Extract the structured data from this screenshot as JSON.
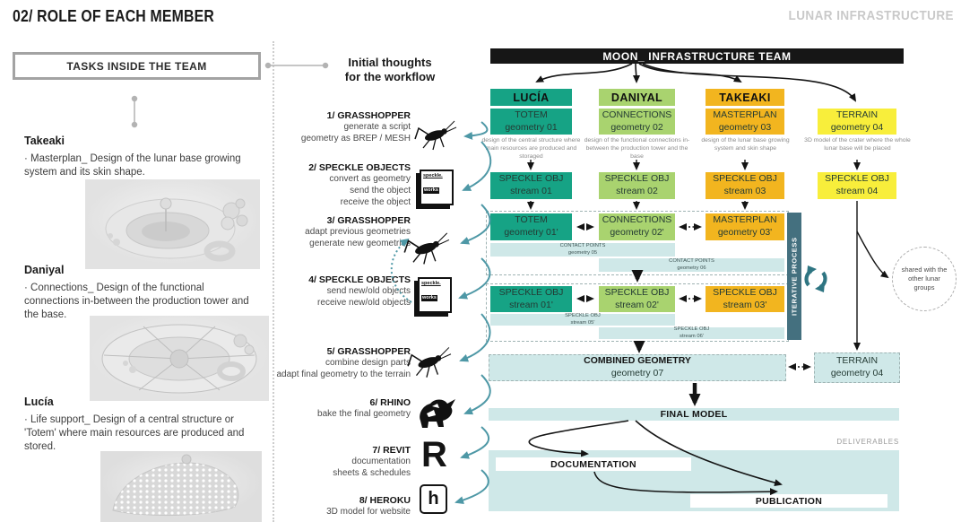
{
  "page": {
    "title": "02/ ROLE OF EACH MEMBER",
    "watermark": "LUNAR INFRASTRUCTURE"
  },
  "left": {
    "box_label": "TASKS INSIDE THE TEAM",
    "members": [
      {
        "name": "Takeaki",
        "desc": "· Masterplan_ Design of the lunar base growing system and its skin shape."
      },
      {
        "name": "Daniyal",
        "desc": "· Connections_ Design of the functional connections in-between the production tower and the base."
      },
      {
        "name": "Lucía",
        "desc": "· Life support_ Design of a central structure or 'Totem' where main resources are produced and stored."
      }
    ]
  },
  "workflow": {
    "title_line1": "Initial thoughts",
    "title_line2": "for the workflow",
    "speckle_brand_top": "speckle.",
    "speckle_brand_bottom": "works",
    "revit_glyph": "R",
    "heroku_glyph": "h",
    "steps": [
      {
        "label": "1/ GRASSHOPPER",
        "lines": [
          "generate a script",
          "geometry as BREP / MESH"
        ],
        "icon": "grasshopper"
      },
      {
        "label": "2/ SPECKLE OBJECTS",
        "lines": [
          "convert as geometry",
          "send the object",
          "receive the object"
        ],
        "icon": "speckle"
      },
      {
        "label": "3/ GRASSHOPPER",
        "lines": [
          "adapt previous geometries",
          "generate new geometries"
        ],
        "icon": "grasshopper"
      },
      {
        "label": "4/ SPECKLE OBJECTS",
        "lines": [
          "send new/old objects",
          "receive new/old objects"
        ],
        "icon": "speckle"
      },
      {
        "label": "5/ GRASSHOPPER",
        "lines": [
          "combine design parts",
          "adapt final geometry to the terrain"
        ],
        "icon": "grasshopper"
      },
      {
        "label": "6/ RHINO",
        "lines": [
          "bake the final geometry"
        ],
        "icon": "rhino"
      },
      {
        "label": "7/ REVIT",
        "lines": [
          "documentation",
          "sheets & schedules"
        ],
        "icon": "revit-r"
      },
      {
        "label": "8/ HEROKU",
        "lines": [
          "3D model for website"
        ],
        "icon": "heroku-h"
      }
    ]
  },
  "flow": {
    "header": "MOON_ INFRASTRUCTURE TEAM",
    "columns": [
      {
        "member": "LUCÍA",
        "item": "TOTEM",
        "geometry": "geometry 01",
        "desc": "design of the central structure where main resources are produced and storaged",
        "stream_name": "SPECKLE OBJ",
        "stream_id": "stream 01"
      },
      {
        "member": "DANIYAL",
        "item": "CONNECTIONS",
        "geometry": "geometry 02",
        "desc": "design of the functional connections in-between the production tower and the base",
        "stream_name": "SPECKLE OBJ",
        "stream_id": "stream 02"
      },
      {
        "member": "TAKEAKI",
        "item": "MASTERPLAN",
        "geometry": "geometry 03",
        "desc": "design of the lunar base growing system and skin shape",
        "stream_name": "SPECKLE OBJ",
        "stream_id": "stream 03"
      },
      {
        "member": "",
        "item": "TERRAIN",
        "geometry": "geometry 04",
        "desc": "3D model of the crater where the whole lunar base will be placed",
        "stream_name": "SPECKLE OBJ",
        "stream_id": "stream 04"
      }
    ],
    "iter1": {
      "boxes": [
        {
          "title": "TOTEM",
          "sub": "geometry 01'"
        },
        {
          "title": "CONNECTIONS",
          "sub": "geometry 02'"
        },
        {
          "title": "MASTERPLAN",
          "sub": "geometry 03'"
        }
      ],
      "bars": [
        {
          "title": "CONTACT POINTS",
          "sub": "geometry 05"
        },
        {
          "title": "CONTACT POINTS",
          "sub": "geometry 06"
        }
      ]
    },
    "iter2": {
      "boxes": [
        {
          "title": "SPECKLE OBJ",
          "sub": "stream 01'"
        },
        {
          "title": "SPECKLE OBJ",
          "sub": "stream 02'"
        },
        {
          "title": "SPECKLE OBJ",
          "sub": "stream 03'"
        }
      ],
      "bars": [
        {
          "title": "SPECKLE OBJ",
          "sub": "stream 05'"
        },
        {
          "title": "SPECKLE OBJ",
          "sub": "stream 06'"
        }
      ]
    },
    "iterative_label": "ITERATIVE PROCESS",
    "shared_note": "shared with the other lunar groups",
    "combined": {
      "title": "COMBINED GEOMETRY",
      "sub": "geometry 07"
    },
    "terrain_box": {
      "title": "TERRAIN",
      "sub": "geometry 04"
    },
    "final_model": "FINAL MODEL",
    "deliverables_label": "DELIVERABLES",
    "deliverables": {
      "doc": "DOCUMENTATION",
      "pub": "PUBLICATION"
    }
  },
  "colors": {
    "teal": "#16a385",
    "green": "#a9d36f",
    "amber": "#f2b51f",
    "yellow": "#f8ee3b",
    "pale": "#cfe8e8",
    "dark_bar": "#44707f",
    "accent": "#4e98a6",
    "header_black": "#161616"
  }
}
